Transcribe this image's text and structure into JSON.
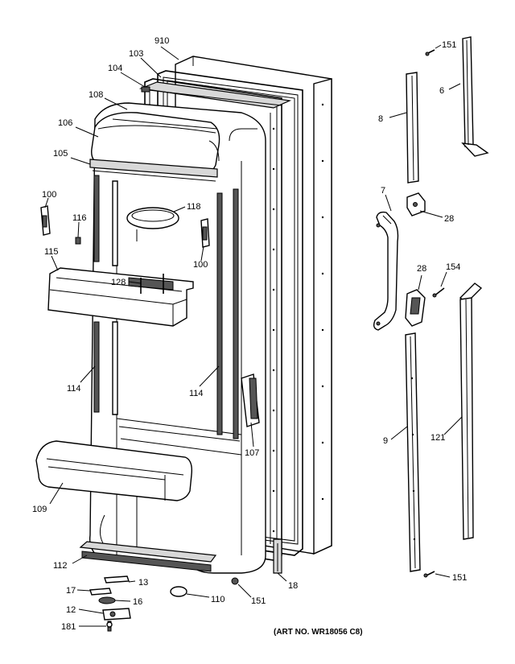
{
  "parts": {
    "p910": "910",
    "p103": "103",
    "p104": "104",
    "p108": "108",
    "p106": "106",
    "p105": "105",
    "p100a": "100",
    "p116": "116",
    "p118": "118",
    "p100b": "100",
    "p115": "115",
    "p128": "128",
    "p114a": "114",
    "p114b": "114",
    "p107": "107",
    "p109": "109",
    "p112": "112",
    "p13": "13",
    "p17": "17",
    "p16": "16",
    "p12": "12",
    "p181": "181",
    "p110": "110",
    "p151c": "151",
    "p18": "18",
    "p151a": "151",
    "p6": "6",
    "p8": "8",
    "p7": "7",
    "p28a": "28",
    "p28b": "28",
    "p154": "154",
    "p9": "9",
    "p121": "121",
    "p151b": "151"
  },
  "art_number": "(ART NO. WR18056 C8)"
}
